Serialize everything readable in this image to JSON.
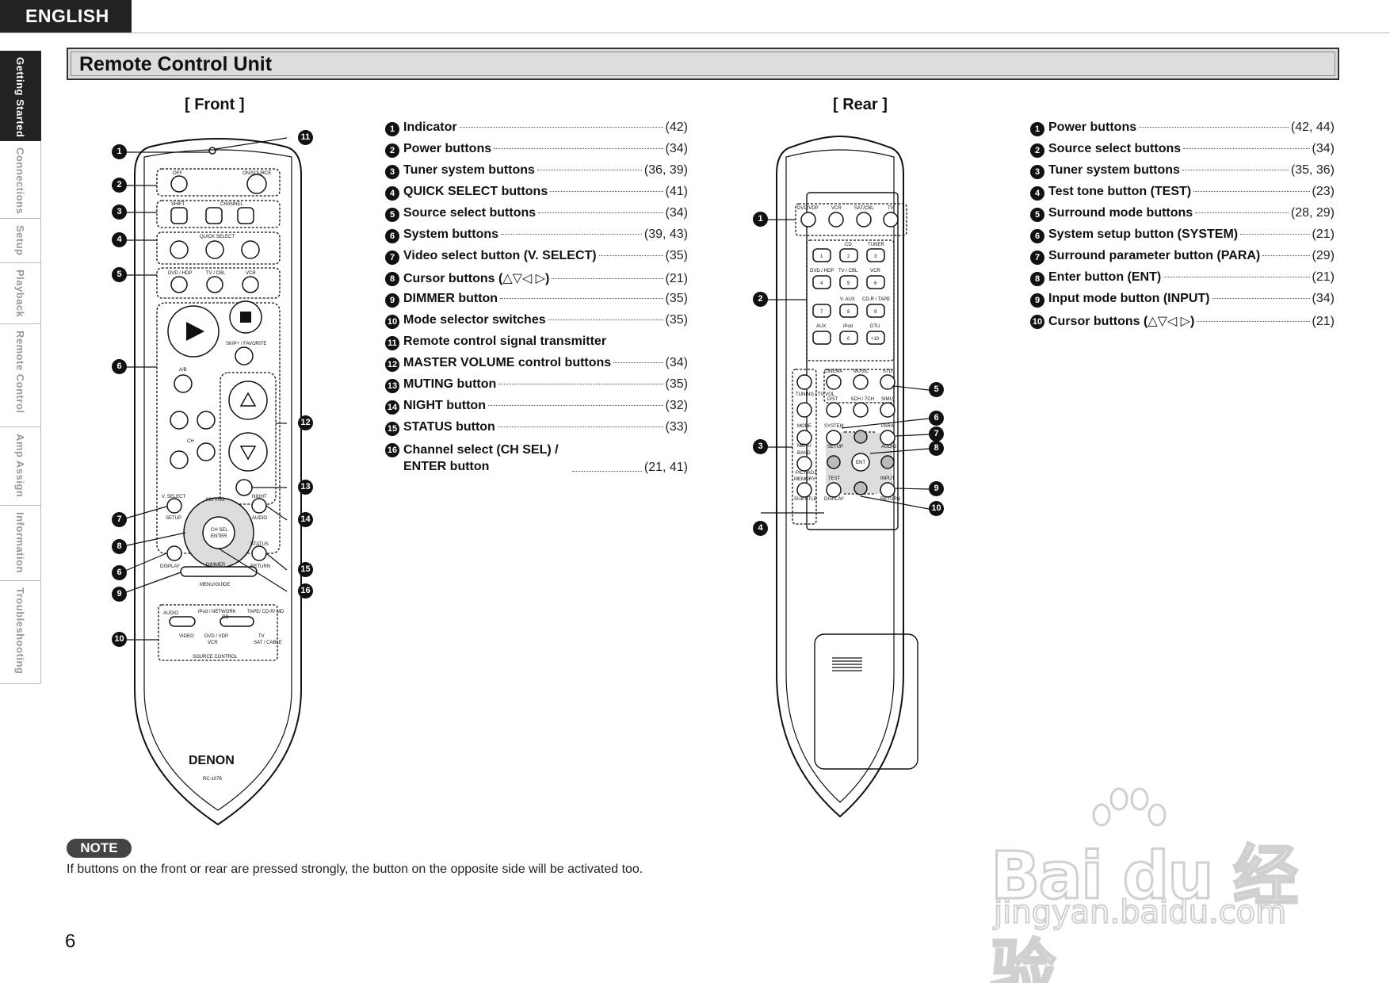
{
  "language_tab": "ENGLISH",
  "side_nav": [
    {
      "label": "Getting Started",
      "active": true
    },
    {
      "label": "Connections",
      "active": false
    },
    {
      "label": "Setup",
      "active": false
    },
    {
      "label": "Playback",
      "active": false
    },
    {
      "label": "Remote Control",
      "active": false
    },
    {
      "label": "Amp Assign",
      "active": false
    },
    {
      "label": "Information",
      "active": false
    },
    {
      "label": "Troubleshooting",
      "active": false
    }
  ],
  "section_title": "Remote Control Unit",
  "front": {
    "title": "[ Front ]",
    "remote_labels": {
      "off": "OFF",
      "on_source": "ON/SOURCE",
      "shift": "SHIFT",
      "channel": "CHANNEL",
      "quick_select": "QUICK SELECT",
      "dvd_hdp": "DVD / HDP",
      "tv_cbl": "TV / CBL",
      "vcr": "VCR",
      "skip_favorite": "SKIP+ / FAVORITE",
      "ab": "A/B",
      "ch": "CH",
      "muting": "MUTING",
      "v_select": "V. SELECT",
      "setup": "SETUP",
      "night": "NIGHT",
      "audio": "AUDIO",
      "ch_sel": "CH SEL",
      "enter": "ENTER",
      "display": "DISPLAY",
      "dimmer": "DIMMER",
      "status": "STATUS",
      "return": "RETURN",
      "menu_guide": "MENU/GUIDE",
      "tape_cdr_md": "TAPE/ CD-R/ MD",
      "ipod_network": "iPod / NETWORK",
      "cd": "CD",
      "audio_sw": "AUDIO",
      "video_sw": "VIDEO",
      "dvd_vdp": "DVD / VDP",
      "vcr_sw": "VCR",
      "tv": "TV",
      "sat_cable": "SAT / CABLE",
      "source_control": "SOURCE CONTROL",
      "brand": "DENON",
      "model": "RC-1076"
    },
    "callouts": [
      "1",
      "2",
      "3",
      "4",
      "5",
      "6",
      "7",
      "8",
      "6",
      "9",
      "10",
      "11",
      "12",
      "13",
      "14",
      "15",
      "16"
    ],
    "legend": [
      {
        "num": "1",
        "label": "Indicator",
        "pages": "(42)"
      },
      {
        "num": "2",
        "label": "Power buttons",
        "pages": "(34)"
      },
      {
        "num": "3",
        "label": "Tuner system buttons",
        "pages": "(36, 39)"
      },
      {
        "num": "4",
        "label": "QUICK SELECT buttons",
        "pages": "(41)"
      },
      {
        "num": "5",
        "label": "Source select buttons",
        "pages": "(34)"
      },
      {
        "num": "6",
        "label": "System buttons",
        "pages": "(39, 43)"
      },
      {
        "num": "7",
        "label": "Video select button (V. SELECT)",
        "pages": "(35)"
      },
      {
        "num": "8",
        "label": "Cursor buttons (△▽◁ ▷)",
        "pages": "(21)"
      },
      {
        "num": "9",
        "label": "DIMMER button",
        "pages": "(35)"
      },
      {
        "num": "10",
        "label": "Mode selector switches",
        "pages": "(35)"
      },
      {
        "num": "11",
        "label": "Remote control signal transmitter",
        "pages": ""
      },
      {
        "num": "12",
        "label": "MASTER VOLUME control buttons",
        "pages": "(34)"
      },
      {
        "num": "13",
        "label": "MUTING button",
        "pages": "(35)"
      },
      {
        "num": "14",
        "label": "NIGHT button",
        "pages": "(32)"
      },
      {
        "num": "15",
        "label": "STATUS button",
        "pages": "(33)"
      },
      {
        "num": "16",
        "label": "Channel select (CH SEL) / ENTER button",
        "pages": "(21, 41)"
      }
    ]
  },
  "rear": {
    "title": "[ Rear ]",
    "remote_labels": {
      "dvd_vdp": "DVD/VDP",
      "vcr": "VCR",
      "sat_cbl": "SAT/CBL",
      "tv": "TV",
      "cd": "CD",
      "tuner": "TUNER",
      "dvd_hdp": "DVD / HDP",
      "tv_cbl": "TV / CBL",
      "vcr2": "VCR",
      "v_aux": "V. AUX",
      "cdr_tape": "CD-R / TAPE",
      "aux": "AUX",
      "ipod": "iPod",
      "dtu": "DTU",
      "k1": "1",
      "k2": "2",
      "k3": "3",
      "k4": "4",
      "k5": "5",
      "k6": "6",
      "k7": "7",
      "k8": "8",
      "k9": "9",
      "k0": "0",
      "k10": "+10",
      "tuning_tvvol": "TUNING / TV VOL",
      "cinema": "CINEMA",
      "music": "MUSIC",
      "std": "STD",
      "dst": "D/ST",
      "ch57": "5CH / 7CH",
      "simu": "SIMU",
      "mode": "MODE",
      "menu": "MENU",
      "band": "BAND",
      "pict_adj": "PICT.ADJ",
      "memory": "MEMORY",
      "subtitle": "SUBTITLE",
      "system": "SYSTEM",
      "setup": "SETUP",
      "para": "PARA",
      "audio": "AUDIO",
      "ent": "ENT",
      "test": "TEST",
      "display": "DISPLAY",
      "input": "INPUT",
      "return": "RETURN"
    },
    "callouts": [
      "1",
      "2",
      "3",
      "4",
      "5",
      "6",
      "7",
      "8",
      "9",
      "10"
    ],
    "legend": [
      {
        "num": "1",
        "label": "Power buttons",
        "pages": "(42, 44)"
      },
      {
        "num": "2",
        "label": "Source select buttons",
        "pages": "(34)"
      },
      {
        "num": "3",
        "label": "Tuner system buttons",
        "pages": "(35, 36)"
      },
      {
        "num": "4",
        "label": "Test tone button (TEST)",
        "pages": "(23)"
      },
      {
        "num": "5",
        "label": "Surround mode buttons",
        "pages": "(28, 29)"
      },
      {
        "num": "6",
        "label": "System setup button (SYSTEM)",
        "pages": "(21)"
      },
      {
        "num": "7",
        "label": "Surround parameter button (PARA)",
        "pages": "(29)"
      },
      {
        "num": "8",
        "label": "Enter button (ENT)",
        "pages": "(21)"
      },
      {
        "num": "9",
        "label": "Input mode button (INPUT)",
        "pages": "(34)"
      },
      {
        "num": "10",
        "label": "Cursor buttons (△▽◁ ▷)",
        "pages": "(21)"
      }
    ]
  },
  "note": {
    "badge": "NOTE",
    "text": "If buttons on the front or rear are pressed strongly, the button on the opposite side will be activated too."
  },
  "page_number": "6",
  "watermark": {
    "main": "Bai du 经验",
    "sub": "jingyan.baidu.com"
  }
}
